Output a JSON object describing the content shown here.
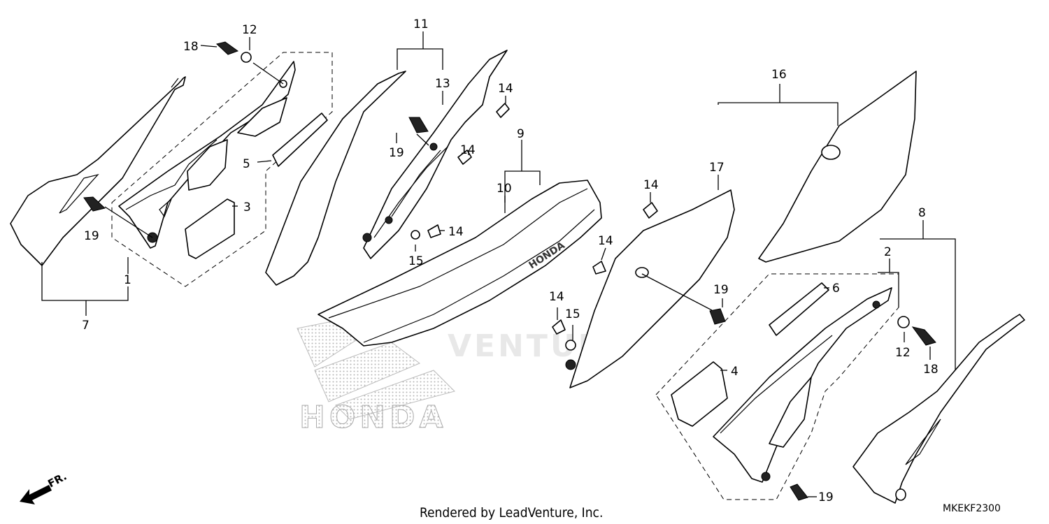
{
  "footer": {
    "rendered_by": "Rendered by LeadVenture, Inc.",
    "diagram_code": "MKEKF2300"
  },
  "watermark": {
    "brand_text": "HONDA",
    "venture_text": "VENTURE"
  },
  "seat_brand": "HONDA",
  "direction_label": "FR.",
  "callouts": {
    "c1": "1",
    "c2": "2",
    "c3": "3",
    "c4": "4",
    "c5": "5",
    "c6": "6",
    "c7": "7",
    "c8": "8",
    "c9": "9",
    "c10": "10",
    "c11": "11",
    "c12a": "12",
    "c12b": "12",
    "c13": "13",
    "c14a": "14",
    "c14b": "14",
    "c14c": "14",
    "c14d": "14",
    "c14e": "14",
    "c14f": "14",
    "c15a": "15",
    "c15b": "15",
    "c16": "16",
    "c17": "17",
    "c18a": "18",
    "c18b": "18",
    "c19a": "19",
    "c19b": "19",
    "c19c": "19",
    "c19d": "19"
  }
}
